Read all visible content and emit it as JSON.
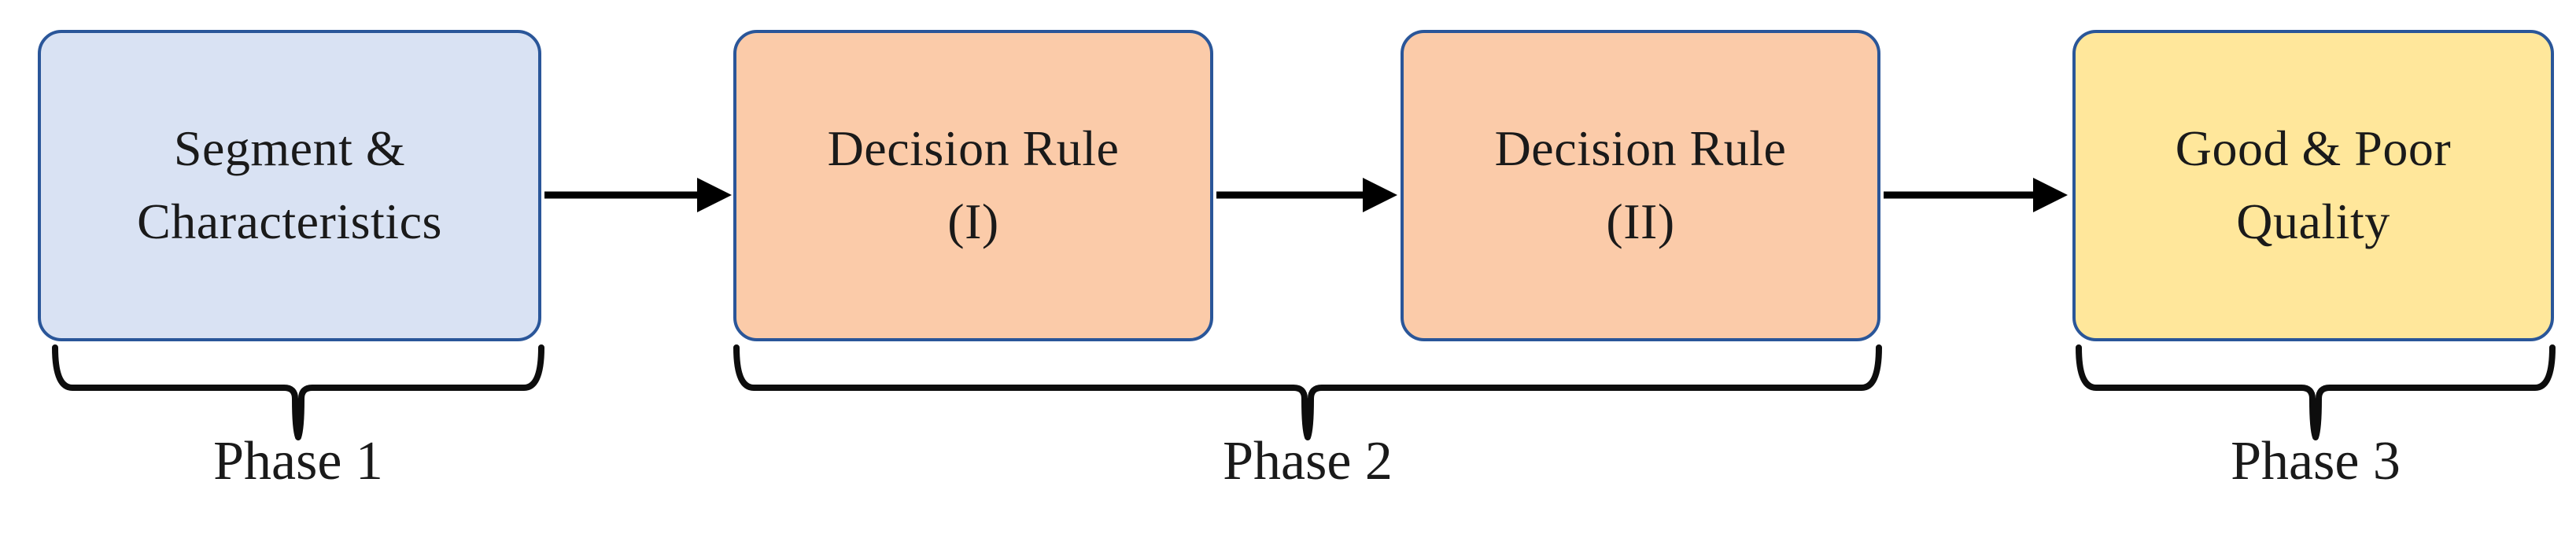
{
  "figure": {
    "type": "flow-diagram",
    "background": "#FFFFFF",
    "text_color": "#1A1A1A",
    "boxes": [
      {
        "id": "segment-characteristics",
        "lines": [
          "Segment &",
          "Characteristics"
        ],
        "fill": "#D9E2F3",
        "border": "#2A5699"
      },
      {
        "id": "decision-rule-1",
        "lines": [
          "Decision Rule",
          "(I)"
        ],
        "fill": "#FBCBA9",
        "border": "#2A5699"
      },
      {
        "id": "decision-rule-2",
        "lines": [
          "Decision Rule",
          "(II)"
        ],
        "fill": "#FBCBA9",
        "border": "#2A5699"
      },
      {
        "id": "good-poor-quality",
        "lines": [
          "Good & Poor",
          "Quality"
        ],
        "fill": "#FFE79B",
        "border": "#2A5699"
      }
    ],
    "connections": [
      {
        "from": "segment-characteristics",
        "to": "decision-rule-1"
      },
      {
        "from": "decision-rule-1",
        "to": "decision-rule-2"
      },
      {
        "from": "decision-rule-2",
        "to": "good-poor-quality"
      }
    ],
    "arrow_color": "#000000",
    "brace_color": "#0D0D0D",
    "phases": [
      {
        "label": "Phase 1",
        "covers": [
          "segment-characteristics"
        ]
      },
      {
        "label": "Phase 2",
        "covers": [
          "decision-rule-1",
          "decision-rule-2"
        ]
      },
      {
        "label": "Phase 3",
        "covers": [
          "good-poor-quality"
        ]
      }
    ]
  }
}
